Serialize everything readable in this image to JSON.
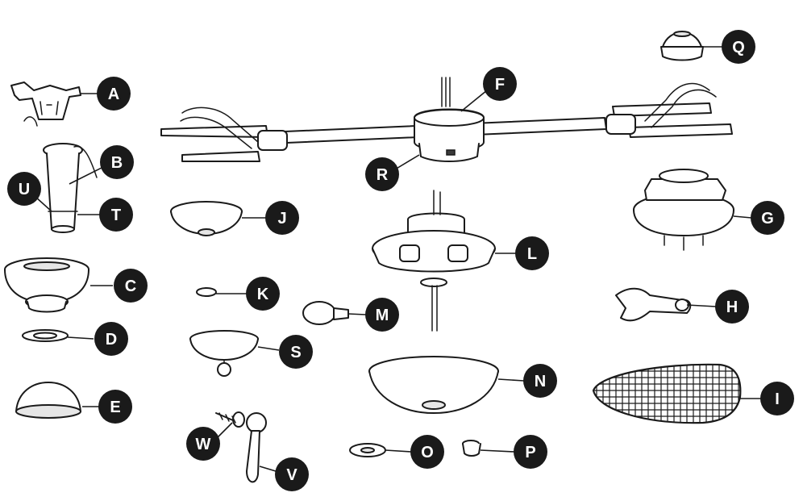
{
  "parts": [
    {
      "id": "A",
      "name": "mounting-bracket"
    },
    {
      "id": "B",
      "name": "downrod"
    },
    {
      "id": "C",
      "name": "canopy"
    },
    {
      "id": "D",
      "name": "canopy-ring"
    },
    {
      "id": "E",
      "name": "coupling-cover"
    },
    {
      "id": "F",
      "name": "blade-arm-hub"
    },
    {
      "id": "G",
      "name": "motor-assembly"
    },
    {
      "id": "H",
      "name": "blade-holder"
    },
    {
      "id": "I",
      "name": "fan-blade"
    },
    {
      "id": "J",
      "name": "switch-housing-cap"
    },
    {
      "id": "K",
      "name": "glass-washer"
    },
    {
      "id": "L",
      "name": "light-kit"
    },
    {
      "id": "M",
      "name": "bulb"
    },
    {
      "id": "N",
      "name": "glass-bowl"
    },
    {
      "id": "O",
      "name": "finial-plate"
    },
    {
      "id": "P",
      "name": "finial"
    },
    {
      "id": "Q",
      "name": "motor-top-cover"
    },
    {
      "id": "R",
      "name": "hub-collar"
    },
    {
      "id": "S",
      "name": "switch-cup"
    },
    {
      "id": "T",
      "name": "cross-pin"
    },
    {
      "id": "U",
      "name": "clip"
    },
    {
      "id": "V",
      "name": "pull-chain-fob"
    },
    {
      "id": "W",
      "name": "screw"
    }
  ]
}
